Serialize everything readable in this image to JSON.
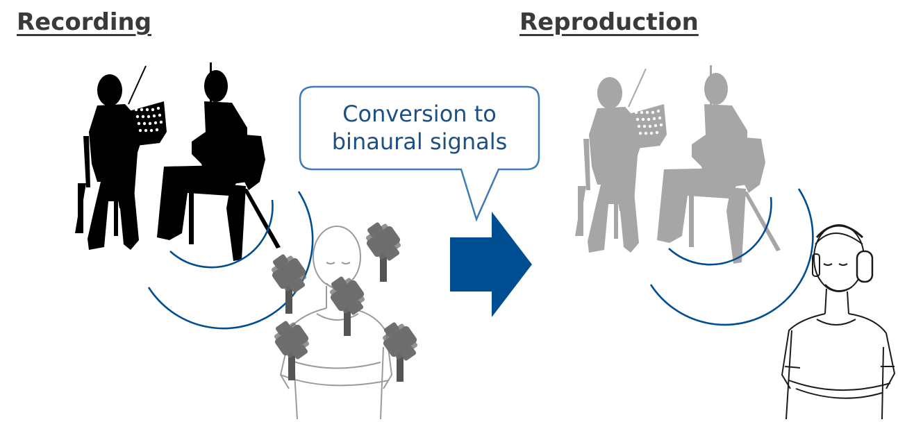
{
  "headings": {
    "recording": "Recording",
    "reproduction": "Reproduction"
  },
  "bubble": {
    "line1": "Conversion to",
    "line2": "binaural signals"
  },
  "colors": {
    "accent_blue": "#004e92",
    "bubble_border": "#3d7ab8",
    "bubble_text": "#1c4f86",
    "heading_text": "#3a3a3a",
    "silhouette_recording": "#000000",
    "silhouette_reproduction": "#a6a6a6",
    "microphone": "#6e6e6e",
    "sketch_light": "#9a9a9a",
    "sketch_dark": "#1a1a1a"
  },
  "icons": {
    "performers_recording": "duo-musicians-silhouette-icon",
    "performers_reproduction": "duo-musicians-silhouette-faded-icon",
    "arrow": "right-arrow-icon",
    "microphone": "microphone-icon",
    "listener": "headphone-listener-icon"
  }
}
